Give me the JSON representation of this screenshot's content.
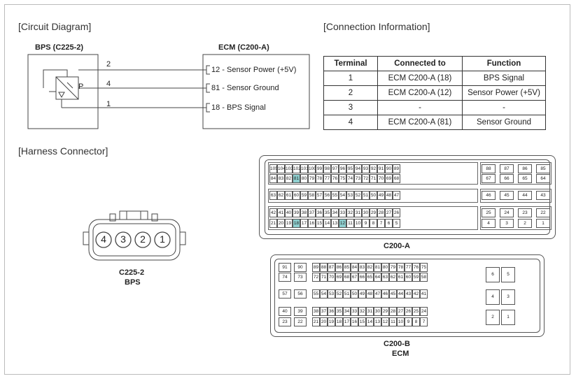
{
  "circuit": {
    "title": "[Circuit Diagram]",
    "bps_label": "BPS (C225-2)",
    "ecm_label": "ECM (C200-A)",
    "pins": [
      "2",
      "4",
      "1"
    ],
    "ecm_pins": [
      "12 - Sensor Power (+5V)",
      "81 - Sensor Ground",
      "18 - BPS Signal"
    ],
    "sensor_symbol": "P"
  },
  "connection": {
    "title": "[Connection Information]",
    "headers": [
      "Terminal",
      "Connected to",
      "Function"
    ],
    "rows": [
      [
        "1",
        "ECM C200-A (18)",
        "BPS Signal"
      ],
      [
        "2",
        "ECM C200-A (12)",
        "Sensor Power (+5V)"
      ],
      [
        "3",
        "-",
        "-"
      ],
      [
        "4",
        "ECM C200-A (81)",
        "Sensor Ground"
      ]
    ]
  },
  "harness": {
    "title": "[Harness Connector]",
    "bps_pins": [
      "4",
      "3",
      "2",
      "1"
    ],
    "bps_label1": "C225-2",
    "bps_label2": "BPS",
    "c200a_label": "C200-A",
    "c200b_label1": "C200-B",
    "c200b_label2": "ECM",
    "c200a_rows": [
      [
        "105",
        "104",
        "103",
        "102",
        "101",
        "100",
        "99",
        "98",
        "97",
        "96",
        "95",
        "94",
        "93",
        "92",
        "91",
        "90",
        "89"
      ],
      [
        "84",
        "83",
        "82",
        "81",
        "80",
        "79",
        "78",
        "77",
        "76",
        "75",
        "74",
        "73",
        "72",
        "71",
        "70",
        "69",
        "68"
      ],
      [
        "63",
        "62",
        "61",
        "60",
        "59",
        "58",
        "57",
        "56",
        "55",
        "54",
        "53",
        "52",
        "51",
        "50",
        "49",
        "48",
        "47"
      ],
      [
        "42",
        "41",
        "40",
        "39",
        "38",
        "37",
        "36",
        "35",
        "34",
        "33",
        "32",
        "31",
        "30",
        "29",
        "28",
        "27",
        "26"
      ],
      [
        "21",
        "20",
        "19",
        "18",
        "17",
        "16",
        "15",
        "14",
        "13",
        "12",
        "11",
        "10",
        "9",
        "8",
        "7",
        "6",
        "5"
      ]
    ],
    "c200a_side": [
      [
        "88",
        "87",
        "86",
        "85"
      ],
      [
        "67",
        "66",
        "65",
        "64"
      ],
      [
        "46",
        "45",
        "44",
        "43"
      ],
      [
        "25",
        "24",
        "23",
        "22"
      ],
      [
        "4",
        "3",
        "2",
        "1"
      ]
    ],
    "c200a_highlight": [
      "81",
      "18",
      "12"
    ],
    "c200b_left": [
      [
        "91",
        "90"
      ],
      [
        "74",
        "73"
      ],
      [
        "57",
        "56"
      ],
      [
        "40",
        "39"
      ],
      [
        "23",
        "22"
      ]
    ],
    "c200b_rows": [
      [
        "89",
        "88",
        "87",
        "86",
        "85",
        "84",
        "83",
        "82",
        "81",
        "80",
        "79",
        "78",
        "77",
        "76",
        "75"
      ],
      [
        "72",
        "71",
        "70",
        "69",
        "68",
        "67",
        "66",
        "65",
        "64",
        "63",
        "62",
        "61",
        "60",
        "59",
        "58"
      ],
      [
        "55",
        "54",
        "53",
        "52",
        "51",
        "50",
        "49",
        "48",
        "47",
        "46",
        "45",
        "44",
        "43",
        "42",
        "41"
      ],
      [
        "38",
        "37",
        "36",
        "35",
        "34",
        "33",
        "32",
        "31",
        "30",
        "29",
        "28",
        "27",
        "26",
        "25",
        "24"
      ],
      [
        "21",
        "20",
        "19",
        "18",
        "17",
        "16",
        "15",
        "14",
        "13",
        "12",
        "11",
        "10",
        "9",
        "8",
        "7"
      ]
    ],
    "c200b_side": [
      [
        "6",
        "5"
      ],
      [
        "4",
        "3"
      ],
      [
        "2",
        "1"
      ]
    ]
  }
}
